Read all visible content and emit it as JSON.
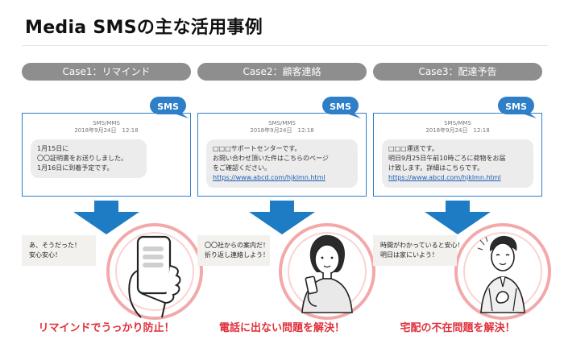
{
  "page": {
    "title": "Media SMSの主な活用事例"
  },
  "colors": {
    "accent_blue": "#2f7fc8",
    "arrow_blue": "#1d7cc4",
    "header_gray": "#8e8e8e",
    "benefit_red": "#e0303a",
    "ring_pink": "#f3a9a9"
  },
  "cases": [
    {
      "header": "Case1：リマインド",
      "badge": "SMS",
      "message_type": "SMS/MMS",
      "message_date": "2018年9月24日　12:18",
      "message_lines": [
        "1月15日に",
        "〇〇証明書をお送りしました。",
        "1月16日に到着予定です。"
      ],
      "reaction_lines": [
        "あ、そうだった！",
        "安心安心！"
      ],
      "illustration_icon": "hand-holding-smartphone-icon",
      "benefit": "リマインドでうっかり防止！"
    },
    {
      "header": "Case2：顧客連絡",
      "badge": "SMS",
      "message_type": "SMS/MMS",
      "message_date": "2018年9月24日　12:18",
      "message_lines": [
        "□□□サポートセンターです。",
        "お問い合わせ頂いた件はこちらのページ",
        "をご確認ください。"
      ],
      "message_link": "https://www.abcd.com/hjklmn.html",
      "reaction_lines": [
        "〇〇社からの案内だ！",
        "折り返し連絡しよう！"
      ],
      "illustration_icon": "woman-with-phone-icon",
      "benefit": "電話に出ない問題を解決！"
    },
    {
      "header": "Case3：配達予告",
      "badge": "SMS",
      "message_type": "SMS/MMS",
      "message_date": "2018年9月24日　12:18",
      "message_lines": [
        "□□□運送です。",
        "明日9月25日午前10時ごろに荷物をお届",
        "け致します。詳細はこちらです。"
      ],
      "message_link": "https://www.abcd.com/hjklmn.html",
      "reaction_lines": [
        "時間がわかっていると安心！",
        "明日は家にいよう！"
      ],
      "illustration_icon": "relieved-man-icon",
      "benefit": "宅配の不在問題を解決！"
    }
  ]
}
